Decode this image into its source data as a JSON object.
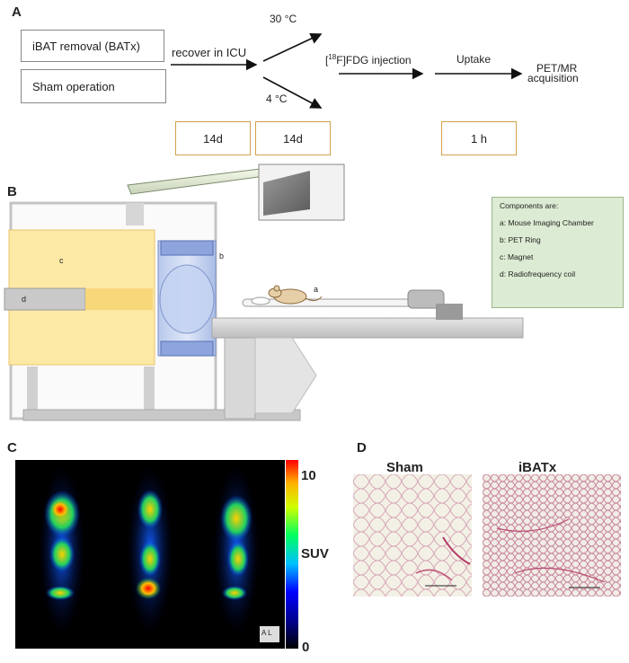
{
  "panels": {
    "a": "A",
    "b": "B",
    "c": "C",
    "d": "D"
  },
  "panelA": {
    "box_batx": "iBAT removal (BATx)",
    "box_sham": "Sham operation",
    "recover": "recover in ICU",
    "temp_warm": "30 °C",
    "temp_cold": "4 °C",
    "injection_pre": "[",
    "injection_sup": "18",
    "injection_post": "F]FDG injection",
    "uptake": "Uptake",
    "acq_line1": "PET/MR",
    "acq_line2": "acquisition",
    "dur1": "14d",
    "dur2": "14d",
    "dur3": "1 h"
  },
  "panelB": {
    "label_a": "a",
    "label_b": "b",
    "label_c": "c",
    "label_d": "d",
    "legend": {
      "title": "Components are:",
      "items": [
        "a: Mouse Imaging Chamber",
        "b: PET Ring",
        "c: Magnet",
        "d: Radiofrequency coil"
      ]
    }
  },
  "panelC": {
    "scale_max": "10",
    "scale_min": "0",
    "scale_label": "SUV",
    "corner_mark": "A L",
    "colors": [
      "#000080",
      "#0000ff",
      "#00c0ff",
      "#00ff80",
      "#c0ff00",
      "#ffc000",
      "#ff0000"
    ]
  },
  "panelD": {
    "left_title": "Sham",
    "right_title": "iBATx"
  }
}
